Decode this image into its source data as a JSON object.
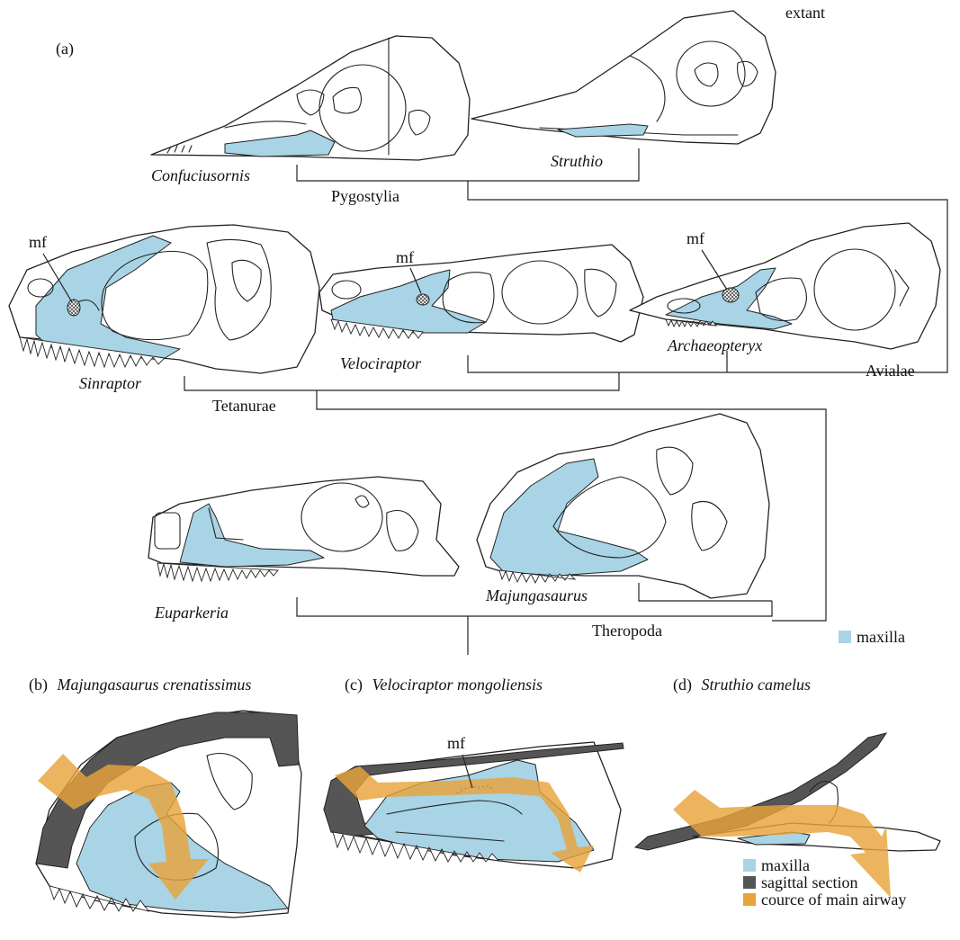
{
  "panel_labels": {
    "a": "(a)",
    "b_prefix": "(b)",
    "b_species": "Majungasaurus crenatissimus",
    "c_prefix": "(c)",
    "c_species": "Velociraptor mongoliensis",
    "d_prefix": "(d)",
    "d_species": "Struthio camelus"
  },
  "taxa": {
    "confuciusornis": "Confuciusornis",
    "struthio": "Struthio",
    "sinraptor": "Sinraptor",
    "velociraptor": "Velociraptor",
    "archaeopteryx": "Archaeopteryx",
    "euparkeria": "Euparkeria",
    "majungasaurus": "Majungasaurus"
  },
  "clades": {
    "extant": "extant",
    "pygostylia": "Pygostylia",
    "tetanurae": "Tetanurae",
    "avialae": "Avialae",
    "theropoda": "Theropoda"
  },
  "annotations": {
    "mf": "mf"
  },
  "legend_top": {
    "maxilla": "maxilla"
  },
  "legend_bottom": {
    "maxilla": "maxilla",
    "sagittal_section": "sagittal section",
    "airway": "cource of main airway"
  },
  "colors": {
    "maxilla": "#a8d4e6",
    "sagittal_section": "#555555",
    "airway": "#e8a33a"
  }
}
